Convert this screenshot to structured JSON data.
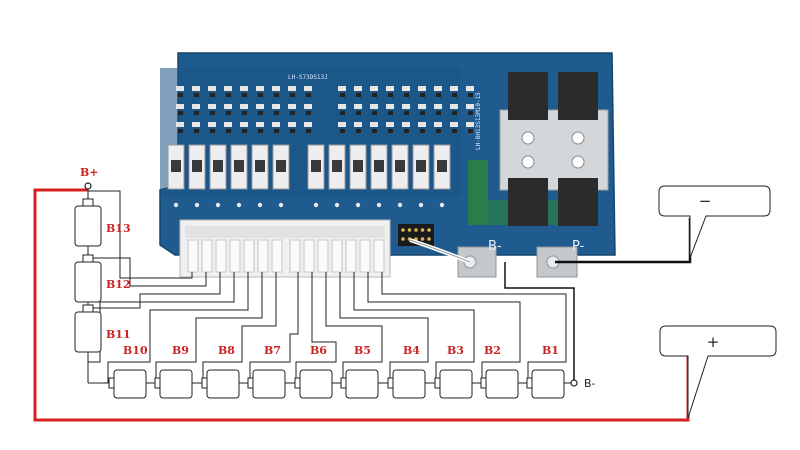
{
  "colors": {
    "pcb": "#1f5b8f",
    "pcb_dark": "#174a77",
    "wire_red": "#d42020",
    "wire_black": "#111111",
    "label_red": "#cc2222",
    "mosfet": "#2b2b2b",
    "heatsink": "#cfd3d6"
  },
  "terminals": {
    "b_plus": "B+",
    "b_minus": "B-"
  },
  "cells_vertical": [
    "B13",
    "B12",
    "B11"
  ],
  "cells_horizontal": [
    "B10",
    "B9",
    "B8",
    "B7",
    "B6",
    "B5",
    "B4",
    "B3",
    "B2",
    "B1"
  ],
  "board": {
    "silk_left": "LH-S73DS13J",
    "silk_right": "LH-BH13S13M10-15",
    "pad_b": "B-",
    "pad_p": "P-"
  },
  "callouts": {
    "negative": "−",
    "positive": "+"
  }
}
